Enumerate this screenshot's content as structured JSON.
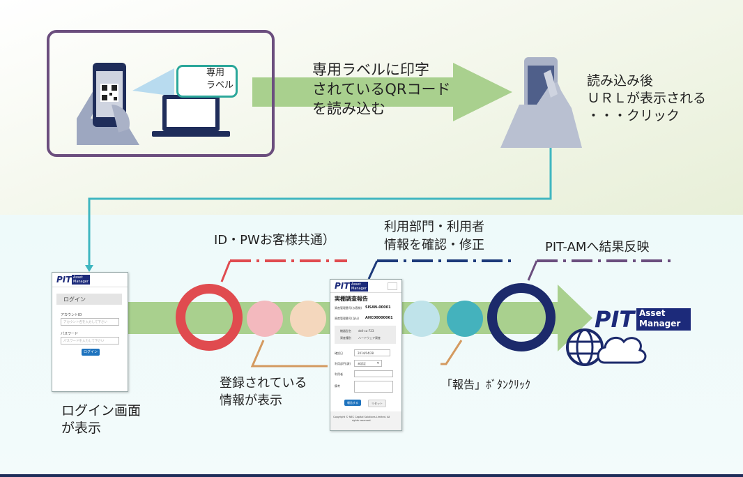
{
  "scan_step": {
    "label_card": "専用\nラベル",
    "instruction": "専用ラベルに印字\nされているQRコード\nを読み込む",
    "after_scan": "読み込み後\nＵＲＬが表示される\n・・・クリック"
  },
  "flow": {
    "id_pw_note": "ID・PWお客様共通）",
    "dept_note": "利用部門・利用者\n情報を確認・修正",
    "result_note": "PIT-AMへ結果反映",
    "registered_note": "登録されている\n情報が表示",
    "report_note": "「報告」ﾎﾞﾀﾝｸﾘｯｸ",
    "login_note": "ログイン画面\nが表示"
  },
  "login_screen": {
    "logo_pit": "PIT",
    "logo_sub": "Asset\nManager",
    "title": "ログイン",
    "account_label": "アカウントID",
    "account_placeholder": "アカウント名を入力して下さい",
    "password_label": "パスワード",
    "password_placeholder": "パスワードを入力して下さい",
    "login_button": "ログイン"
  },
  "report_screen": {
    "logo_pit": "PIT",
    "logo_sub": "Asset\nManager",
    "title": "実棚調査報告",
    "row1_label": "資産管理番号(お客様)",
    "row1_value": "SISAN-00001",
    "row2_label": "資産管理番号(当社)",
    "row2_value": "AHC00000061",
    "model_label": "機器型名",
    "model_value": "dell-ca-723",
    "type_label": "資産種別",
    "type_value": "ハードウェア資産",
    "date_label": "確認日",
    "date_value": "2014/04/28",
    "dept_label": "利用部門(課)",
    "dept_value": "未設定",
    "user_label": "利用者",
    "note_label": "備考",
    "report_button": "報告する",
    "reset_button": "リセット",
    "copyright": "Copyright © NEC Capital Solutions Limited. All\nrights reserved."
  },
  "brand": {
    "pit": "PIT",
    "asset": "Asset",
    "manager": "Manager"
  },
  "colors": {
    "arrow_green": "#a9d08e",
    "ring_red": "#e04b4f",
    "ring_navy": "#1c2a6b",
    "circle_pink": "#f3b9be",
    "circle_peach": "#f4d7bd",
    "circle_lightblue": "#bfe3ea",
    "circle_teal": "#44b2bd",
    "box_purple": "#6b4e7e",
    "connector_teal": "#3fb6c0",
    "connector_orange": "#d49a60"
  }
}
